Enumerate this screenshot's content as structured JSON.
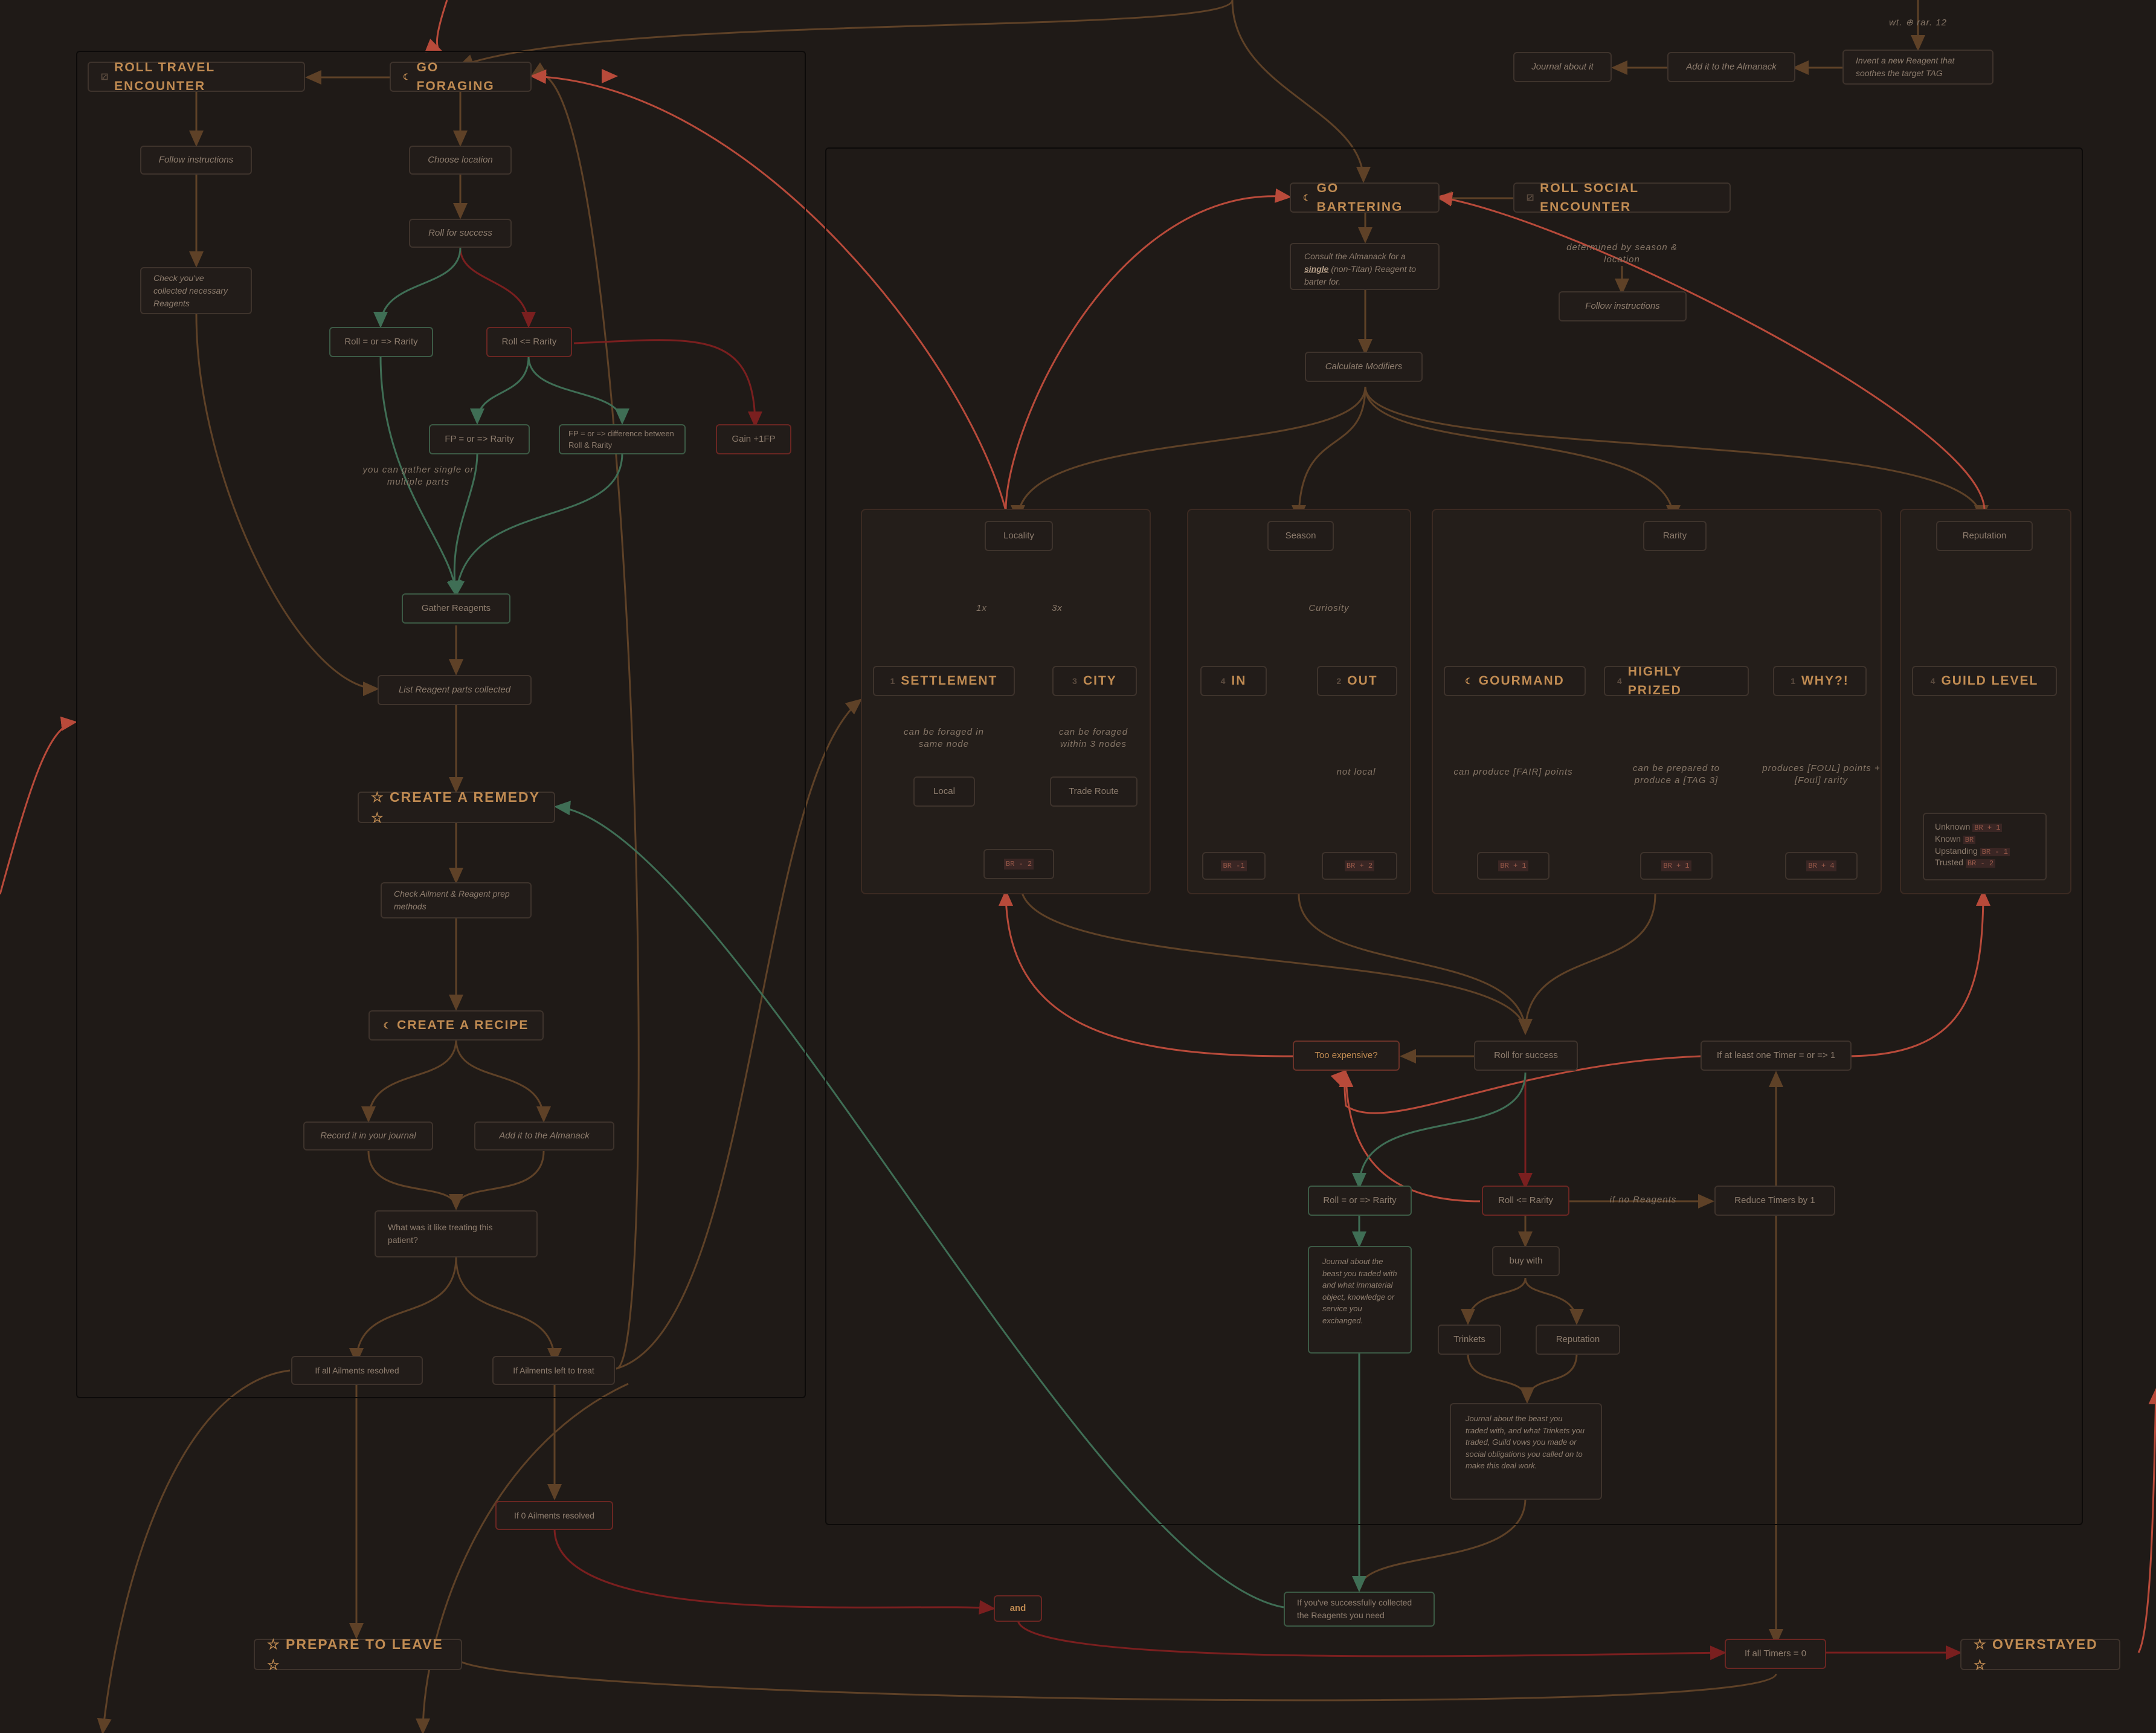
{
  "foraging": {
    "roll_travel": "ROLL TRAVEL ENCOUNTER",
    "go_foraging": "GO FORAGING",
    "follow_instructions": "Follow instructions",
    "check_collected": "Check you've collected necessary Reagents",
    "choose_location": "Choose location",
    "roll_for_success": "Roll for success",
    "roll_ge_rarity": "Roll = or => Rarity",
    "roll_lt_rarity": "Roll <= Rarity",
    "fp_ge_rarity": "FP = or => Rarity",
    "fp_difference": "FP = or => difference between Roll & Rarity",
    "gain_fp": "Gain +1FP",
    "gather_note": "you can gather single or multiple parts",
    "gather_reagents": "Gather Reagents",
    "list_reagent_parts": "List Reagent parts collected",
    "create_remedy": "☆ CREATE A REMEDY ☆",
    "check_ailment": "Check Ailment & Reagent prep methods",
    "create_recipe": "CREATE A RECIPE",
    "record_journal": "Record it in your journal",
    "add_almanack": "Add it to the Almanack",
    "what_was_it_like": "What was it like treating this patient?",
    "all_resolved": "If all Ailments resolved",
    "ailments_left": "If Ailments left to treat",
    "zero_resolved": "If 0 Ailments resolved",
    "and": "and",
    "prepare_to_leave": "☆ PREPARE TO LEAVE ☆"
  },
  "top": {
    "weight": "wt. ⊕ rar. 12",
    "journal_about": "Journal about it",
    "add_almanack": "Add it to the Almanack",
    "invent": "Invent a new Reagent that soothes the target TAG"
  },
  "bartering": {
    "go_bartering": "GO BARTERING",
    "roll_social": "ROLL SOCIAL ENCOUNTER",
    "consult_pre": "Consult the Almanack for a",
    "consult_single": "single",
    "consult_post": "(non-Titan) Reagent to barter for.",
    "determined": "determined by season & location",
    "follow_instructions": "Follow instructions",
    "calculate_modifiers": "Calculate Modifiers",
    "locality": "Locality",
    "season": "Season",
    "rarity": "Rarity",
    "reputation": "Reputation",
    "x1": "1x",
    "x3": "3x",
    "curiosity": "Curiosity",
    "settlement": "SETTLEMENT",
    "city": "CITY",
    "in": "IN",
    "out": "OUT",
    "gourmand": "GOURMAND",
    "highly_prized": "HIGHLY PRIZED",
    "why": "WHY?!",
    "guild_level": "GUILD LEVEL",
    "settlement_note": "can be foraged in same node",
    "city_note": "can be foraged within 3 nodes",
    "out_note": "not local",
    "gourmand_note": "can produce [FAIR] points",
    "prized_note": "can be prepared to produce a [TAG 3]",
    "why_note": "produces [FOUL] points +[Foul] rarity",
    "local": "Local",
    "trade_route": "Trade Route",
    "br_minus_2": "BR - 2",
    "br_minus_1": "BR -1",
    "br_plus_2": "BR + 2",
    "br_plus_1": "BR + 1",
    "br_plus_1b": "BR + 1",
    "br_plus_4": "BR + 4",
    "rep_unknown": "Unknown",
    "rep_unknown_tag": "BR + 1",
    "rep_known": "Known",
    "rep_known_tag": "BR",
    "rep_upstanding": "Upstanding",
    "rep_upstanding_tag": "BR - 1",
    "rep_trusted": "Trusted",
    "rep_trusted_tag": "BR - 2",
    "too_expensive": "Too expensive?",
    "roll_for_success": "Roll for success",
    "timer_check": "If at least one Timer = or => 1",
    "roll_ge_rarity": "Roll = or => Rarity",
    "roll_lt_rarity": "Roll <= Rarity",
    "if_no_reagents": "if no Reagents",
    "reduce_timers": "Reduce Timers by 1",
    "buy_with": "buy with",
    "trinkets": "Trinkets",
    "reputation2": "Reputation",
    "journal_beast": "Journal about the beast you traded with and what immaterial object, knowledge or service you exchanged.",
    "journal_trinkets": "Journal about the beast you traded with, and what Trinkets you traded, Guild vows you made or social obligations you called on to make this deal work.",
    "success_collected": "If you've successfully collected the Reagents you need",
    "all_timers": "If all Timers = 0",
    "overstayed": "☆ OVERSTAYED ☆"
  },
  "icons": {
    "moon": "☾"
  },
  "colors": {
    "brown": "#5e4127",
    "red": "#b84a3a",
    "green": "#3f6e55",
    "darkred": "#7a1f1f"
  }
}
